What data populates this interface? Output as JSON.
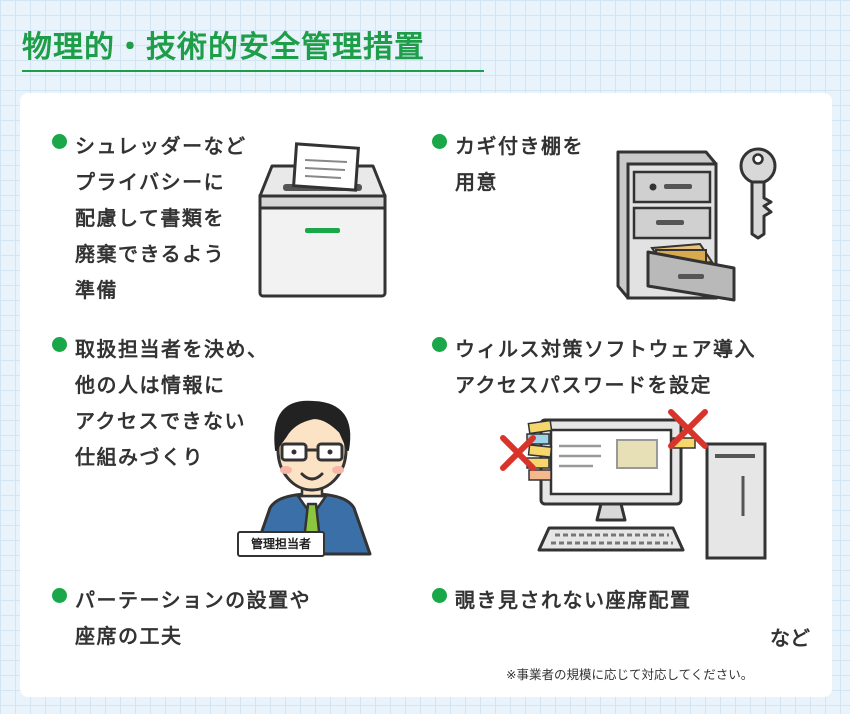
{
  "title": "物理的・技術的安全管理措置",
  "items": [
    {
      "text": "シュレッダーなど\nプライバシーに\n配慮して書類を\n廃棄できるよう\n準備"
    },
    {
      "text": "カギ付き棚を\n用意"
    },
    {
      "text": "取扱担当者を決め、\n他の人は情報に\nアクセスできない\n仕組みづくり"
    },
    {
      "text": "ウィルス対策ソフトウェア導入\nアクセスパスワードを設定"
    },
    {
      "text": "パーテーションの設置や\n座席の工夫"
    },
    {
      "text": "覗き見されない座席配置"
    }
  ],
  "badge": "管理担当者",
  "etc": "など",
  "note": "※事業者の規模に応じて対応してください。",
  "colors": {
    "accent": "#1f9e4a",
    "dot": "#1aa74a",
    "cross": "#d9342b",
    "tie": "#8cc63f",
    "suit": "#3a6fa8"
  },
  "icons": [
    "shredder-icon",
    "cabinet-icon",
    "key-icon",
    "staff-icon",
    "computer-icon"
  ]
}
